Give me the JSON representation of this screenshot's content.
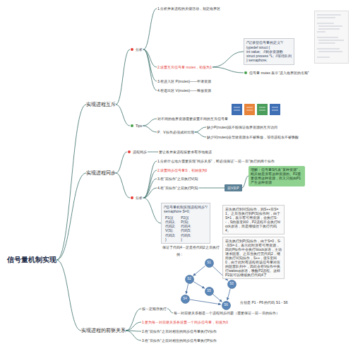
{
  "diagram": {
    "nodes": [
      {
        "text": [
          "信号量机制实现"
        ]
      },
      {
        "text": [
          "实现进程互斥"
        ]
      },
      {
        "text": [
          "分析"
        ]
      },
      {
        "text": [
          "1.分析并发进程的关键活动，划定临界区"
        ]
      },
      {
        "text": [
          "2.设置互斥信号量 mutex，初值为1"
        ]
      },
      {
        "text": [
          "/*记录型信号量的定义*/",
          "typedef struct {",
          "int value;   //剩余资源数",
          "struct process *L;  //等待队列",
          "} semaphore;"
        ]
      },
      {
        "text": [
          "信号量 mutex 表示“进入临界区的名额”"
        ]
      },
      {
        "text": [
          "3.在进入区 P(mutex)——申请资源"
        ]
      },
      {
        "text": [
          "4.在退出区 V(mutex)——释放资源"
        ]
      },
      {
        "text": [
          "Tips"
        ]
      },
      {
        "text": [
          "对不同的临界资源需要设置不同的互斥信号量"
        ]
      },
      {
        "text": [
          "P、V操作必须成对出现"
        ]
      },
      {
        "text": [
          "缺少P(mutex)就不能保证临界资源的互斥访问"
        ]
      },
      {
        "text": [
          "缺少V(mutex)会导致资源永不被释放，等待进程永不被唤醒"
        ]
      },
      {
        "text": [
          "实现进程同步"
        ]
      },
      {
        "text": [
          "进程同步"
        ]
      },
      {
        "text": [
          "要让各并发进程按要求有序地推进"
        ]
      },
      {
        "text": [
          "分析"
        ]
      },
      {
        "text": [
          "1.分析什么地方需要实现“同步关系”，即必须保证“一前一后”执行的两个操作"
        ]
      },
      {
        "text": [
          "2.设置同步信号量S，初始值为0"
        ]
      },
      {
        "text": [
          "3.在“前操作”之后执行V(S)"
        ]
      },
      {
        "text": [
          "4.在“后操作”之前执行P(S)"
        ]
      },
      {
        "text": [
          "前V后P"
        ]
      },
      {
        "text": [
          "理解：信号量S代表“某种资源”，刚开始是没有这种资源的。P2需要使用这种资源，而又只能由P1产生这种资源"
        ]
      },
      {
        "text": [
          "/*信号量机制实现进程同步*/",
          "semaphore S=0;"
        ]
      },
      {
        "text": [
          "P1(){",
          "代码1;",
          "代码2;",
          "V(S);",
          "代码3;",
          "}"
        ],
        "in": 24
      },
      {
        "text": [
          "P2(){",
          "P(S);",
          "代码4;",
          "代码5;",
          "代码6;",
          "}"
        ],
        "in": 24
      },
      {
        "text": [
          "若先执行到V(S)操作，则S++后S=1。之后当执行到P(S)操作时，由于S=1，表示有可用资源，会执行S--，S的值变回0，P2进程不会执行block原语，而是继续往下执行代码4。"
        ]
      },
      {
        "text": [
          "若先执行到P(S)操作，由于S=0，S--后S=-1，表示此时没有可用资源，因此P操作中会执行block原语，主动请求阻塞。之后当执行完代码2，继而执行V(S)操作，S++，使S变回0，由于此时有进程在该信号量对应的阻塞队列中，因此会在V操作中执行wakeup原语，唤醒P2进程。这样P2就可以继续执行代码4了"
        ]
      },
      {
        "text": [
          "S1"
        ]
      },
      {
        "text": [
          "S2"
        ]
      },
      {
        "text": [
          "S3"
        ]
      },
      {
        "text": [
          "S4"
        ]
      },
      {
        "text": [
          "S5"
        ]
      },
      {
        "text": [
          "S6"
        ]
      },
      {
        "text": [
          "实现进程的前驱关系"
        ]
      },
      {
        "text": [
          "按一定顺序执行"
        ]
      },
      {
        "text": [
          "每一对前驱关系都是一个进程同步问题（需要保证一前一后的操作）"
        ]
      },
      {
        "text": [
          "1.要为每一对前驱关系各设置一个同步信号量，初值为0"
        ]
      },
      {
        "text": [
          "2.在“前操作”之后对相应的同步信号量执行V操作"
        ]
      },
      {
        "text": [
          "3.在“后操作”之前对相应的同步信号量执行P操作"
        ]
      }
    ],
    "edges": [
      {
        "from": 0,
        "to": 1,
        "arrow": "none"
      },
      {
        "from": 1,
        "to": 2,
        "arrow": "none"
      },
      {
        "from": 2,
        "to": 3,
        "arrow": "none"
      },
      {
        "from": 2,
        "to": 4,
        "arrow": "none"
      },
      {
        "from": 4,
        "to": 5,
        "arrow": "none"
      },
      {
        "from": 4,
        "to": 6,
        "arrow": "none"
      },
      {
        "from": 2,
        "to": 7,
        "arrow": "none"
      },
      {
        "from": 2,
        "to": 8,
        "arrow": "none"
      },
      {
        "from": 1,
        "to": 9,
        "arrow": "none"
      },
      {
        "from": 9,
        "to": 10,
        "arrow": "none"
      },
      {
        "from": 9,
        "to": 11,
        "arrow": "none"
      },
      {
        "from": 11,
        "to": 12,
        "arrow": "none"
      },
      {
        "from": 11,
        "to": 13,
        "arrow": "none"
      },
      {
        "from": 0,
        "to": 14,
        "arrow": "none"
      },
      {
        "from": 14,
        "to": 15,
        "arrow": "none"
      },
      {
        "from": 15,
        "to": 16,
        "arrow": "none"
      },
      {
        "from": 14,
        "to": 17,
        "arrow": "none"
      },
      {
        "from": 17,
        "to": 18,
        "arrow": "none"
      },
      {
        "from": 17,
        "to": 19,
        "arrow": "none"
      },
      {
        "from": 17,
        "to": 20,
        "arrow": "none"
      },
      {
        "from": 17,
        "to": 21,
        "arrow": "none"
      },
      {
        "from": 21,
        "to": 22,
        "arrow": "none"
      },
      {
        "from": 22,
        "to": 23,
        "arrow": "none"
      },
      {
        "from": 17,
        "to": 24,
        "arrow": "none"
      },
      {
        "from": 29,
        "to": 30,
        "arrow": "to"
      },
      {
        "from": 29,
        "to": 31,
        "arrow": "to"
      },
      {
        "from": 30,
        "to": 32,
        "arrow": "to"
      },
      {
        "from": 30,
        "to": 33,
        "arrow": "to"
      },
      {
        "from": 32,
        "to": 34,
        "arrow": "to"
      },
      {
        "from": 33,
        "to": 34,
        "arrow": "to"
      },
      {
        "from": 31,
        "to": 34,
        "arrow": "to"
      },
      {
        "from": 0,
        "to": 35,
        "arrow": "none"
      },
      {
        "from": 35,
        "to": 36,
        "arrow": "none"
      },
      {
        "from": 36,
        "to": 37,
        "arrow": "none"
      },
      {
        "from": 35,
        "to": 38,
        "arrow": "none"
      },
      {
        "from": 35,
        "to": 39,
        "arrow": "none"
      },
      {
        "from": 35,
        "to": 40,
        "arrow": "none"
      }
    ],
    "labels": [
      "例：",
      "分别是 P1 - P6 的代码 S1 - S6",
      "保证了代码4一定是在代码2之后执行"
    ]
  }
}
